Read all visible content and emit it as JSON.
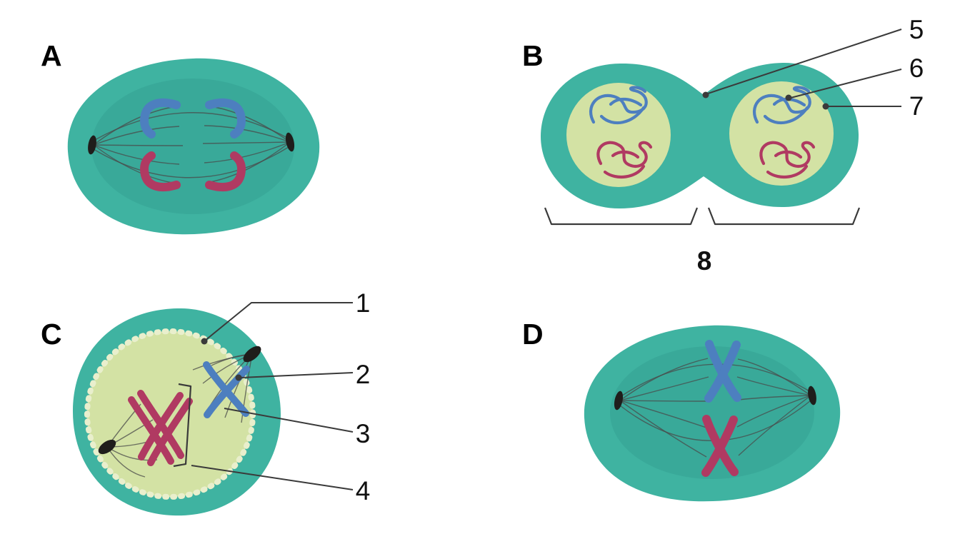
{
  "figure": {
    "description_visible_text_only": "",
    "panels": {
      "A": {
        "label": "A"
      },
      "B": {
        "label": "B"
      },
      "C": {
        "label": "C"
      },
      "D": {
        "label": "D"
      }
    },
    "callouts": {
      "c1": "1",
      "c2": "2",
      "c3": "3",
      "c4": "4",
      "c5": "5",
      "c6": "6",
      "c7": "7",
      "c8": "8"
    },
    "colors": {
      "cytoplasm": "#3fb3a1",
      "spindle_zone": "#35a093",
      "nucleus": "#d3e2a4",
      "envelope": "#e9efcd",
      "chromosome_blue": "#4d7fbf",
      "chromosome_red": "#b03a62",
      "centrosome": "#1f1d1b",
      "fiber": "#4a4a4a",
      "line": "#3a3a3a"
    }
  }
}
